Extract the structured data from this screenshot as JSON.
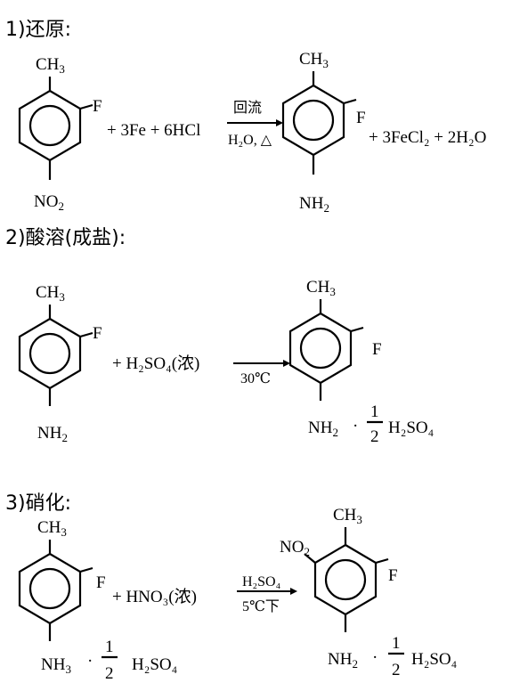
{
  "steps": {
    "s1": "1)还原:",
    "s2": "2)酸溶(成盐):",
    "s3": "3)硝化:"
  },
  "labels": {
    "ch3": "CH",
    "ch3_sub": "3",
    "f": "F",
    "no2": "NO",
    "no2_sub": "2",
    "nh2": "NH",
    "nh2_sub": "2",
    "nh3": "NH",
    "nh3_sub": "3",
    "half_num": "1",
    "half_den": "2",
    "dot": "·"
  },
  "reaction1": {
    "reagent_fe": "+ 3Fe + 6HCl",
    "above_arrow": "回流",
    "below_arrow": "H₂O, △",
    "products_tail": "+ 3FeCl₂ + 2H₂O"
  },
  "reaction2": {
    "reagent": "+ H₂SO₄(浓)",
    "below_arrow": "30℃",
    "salt": "H₂SO₄"
  },
  "reaction3": {
    "reagent": "+ HNO₃(浓)",
    "above_arrow": "H₂SO₄",
    "below_arrow": "5℃下",
    "salt": "H₂SO₄"
  }
}
